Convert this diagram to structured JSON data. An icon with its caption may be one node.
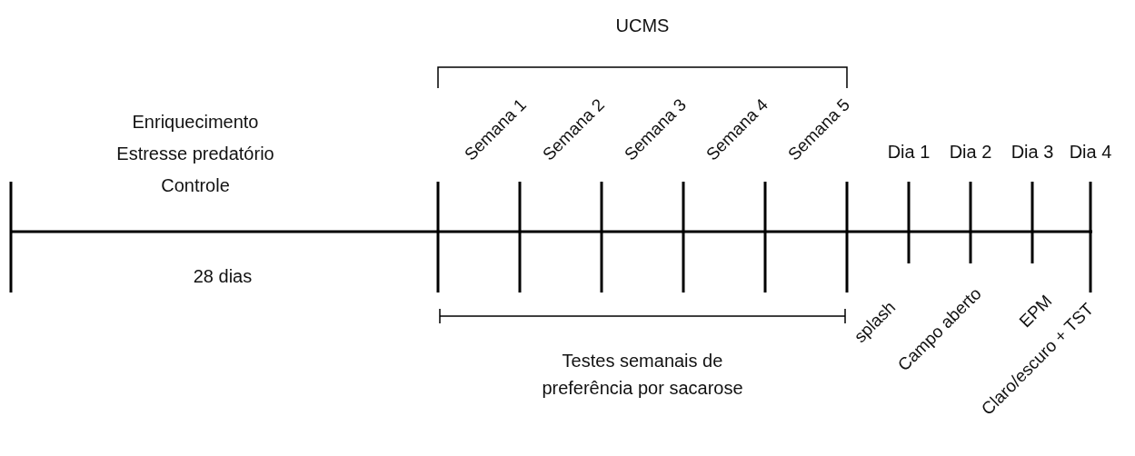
{
  "diagram": {
    "title": "UCMS",
    "labels": [
      "Enriquecimento",
      "Estresse predatório",
      "Controle",
      "Semana 1",
      "Semana 2",
      "Semana 3",
      "Semana 4",
      "Semana 5",
      "Dia 1",
      "Dia 2",
      "Dia 3",
      "Dia 4",
      "28 dias",
      "splash",
      "Campo aberto",
      "EPM",
      "Claro/escuro + TST",
      "Testes semanais de preferência por sacarose"
    ]
  }
}
